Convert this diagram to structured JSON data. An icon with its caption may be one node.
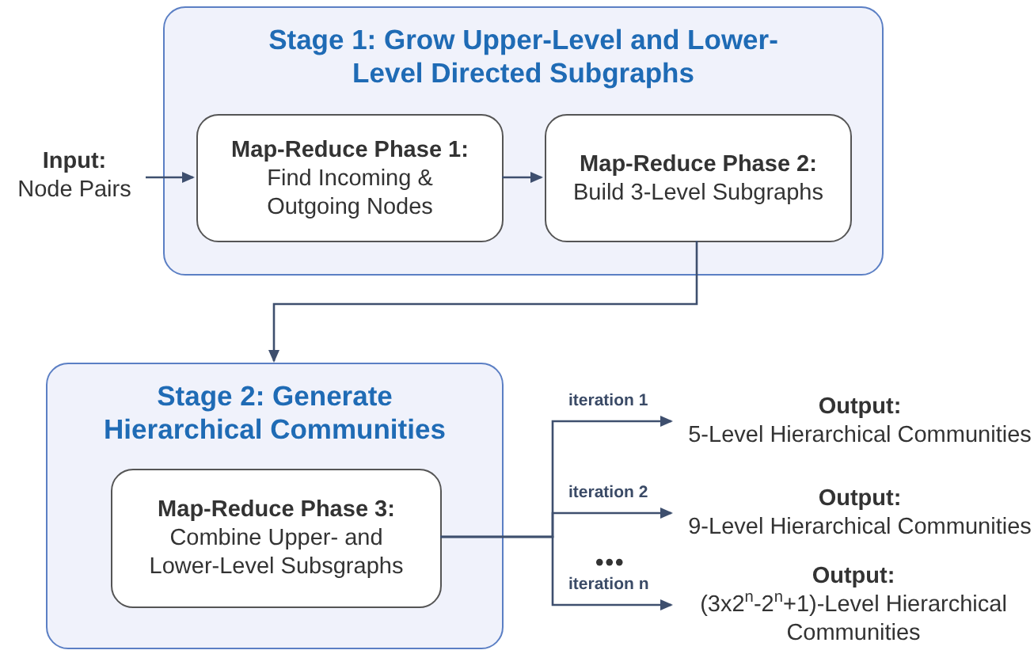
{
  "diagram": {
    "nodes": [
      {
        "text": [
          "Stage 1: Grow Upper-Level and Lower-Level Directed Subgraphs"
        ]
      },
      {
        "text": [
          "Map-Reduce Phase 1:",
          "Find Incoming & Outgoing Nodes"
        ],
        "in": 0
      },
      {
        "text": [
          "Map-Reduce Phase 2:",
          "Build 3-Level Subgraphs"
        ],
        "in": 0
      },
      {
        "text": [
          "Input:",
          "Node Pairs"
        ]
      },
      {
        "text": [
          "Stage 2: Generate Hierarchical Communities"
        ]
      },
      {
        "text": [
          "Map-Reduce Phase 3:",
          "Combine Upper- and Lower-Level Subsgraphs"
        ],
        "in": 4
      },
      {
        "text": [
          "Output:",
          "5-Level Hierarchical Communities"
        ]
      },
      {
        "text": [
          "Output:",
          "9-Level Hierarchical Communities"
        ]
      },
      {
        "text": [
          "Output:",
          "(3x2$^{n}$-2$^{n}$+1)-Level Hierarchical Communities"
        ]
      }
    ],
    "edges": [
      {
        "from": 3,
        "to": 1,
        "arrow": "to"
      },
      {
        "from": 1,
        "to": 2,
        "arrow": "to"
      },
      {
        "from": 2,
        "to": 4,
        "arrow": "to"
      },
      {
        "from": 5,
        "to": 6,
        "arrow": "to",
        "label": "iteration 1"
      },
      {
        "from": 5,
        "to": 7,
        "arrow": "to",
        "label": "iteration 2"
      },
      {
        "from": 5,
        "to": 8,
        "arrow": "to",
        "label": "iteration n"
      }
    ],
    "labels": [
      "•••"
    ]
  }
}
